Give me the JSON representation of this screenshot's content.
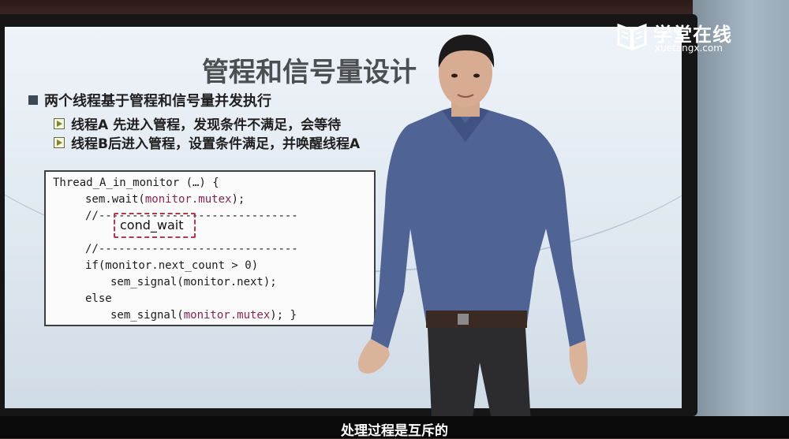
{
  "slide": {
    "title": "管程和信号量设计",
    "bullet_main": "两个线程基于管程和信号量并发执行",
    "sub_bullets": [
      "线程A 先进入管程，发现条件不满足，会等待",
      "线程B后进入管程，设置条件满足，并唤醒线程A"
    ],
    "code": {
      "line1": "Thread_A_in_monitor (…) {",
      "line2_pre": "sem.wait(",
      "line2_kw": "monitor.mutex",
      "line2_post": ");",
      "sep_prefix": "//-",
      "sep_dashes": "-----------------------------",
      "cond_label": "cond_wait",
      "line_if": "if(monitor.next_count > 0)",
      "line_sig_pre": "sem_signal(monitor.next);",
      "line_else": "else",
      "line_last_pre": "sem_signal(",
      "line_last_kw": "monitor.mutex",
      "line_last_post": "); }"
    }
  },
  "watermark": {
    "brand_cn": "学堂在线",
    "brand_url": "xuetangx.com"
  },
  "subtitle": "处理过程是互斥的",
  "colors": {
    "bezel": "#161616",
    "screen_bg": "#e6edf4",
    "keyword": "#8a2350",
    "cond_box": "#b23a4a",
    "shirt": "#4f6494"
  }
}
